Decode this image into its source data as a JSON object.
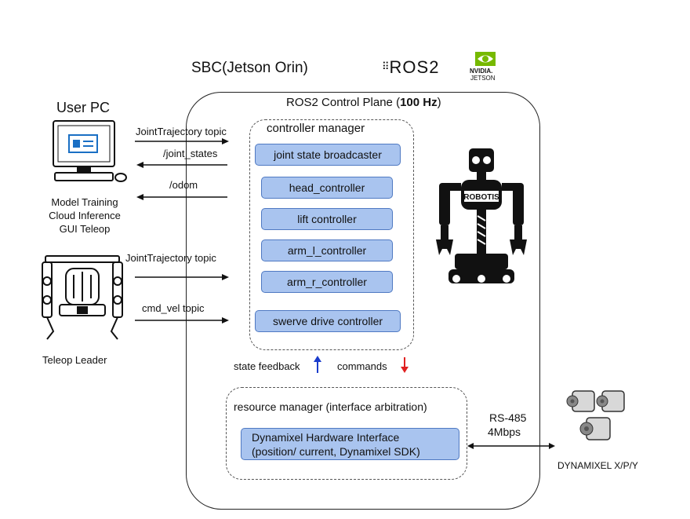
{
  "header": {
    "sbc_title": "SBC(Jetson Orin)",
    "ros_logo": "ROS2",
    "nvidia_text": "NVIDIA.",
    "jetson_text": "JETSON"
  },
  "control_plane": {
    "title_prefix": "ROS2 Control Plane (",
    "title_rate": "100 Hz",
    "title_suffix": ")"
  },
  "controller_manager": {
    "title": "controller manager",
    "controllers": [
      "joint state broadcaster",
      "head_controller",
      "lift controller",
      "arm_l_controller",
      "arm_r_controller",
      "swerve drive controller"
    ]
  },
  "feedback": {
    "state_label": "state feedback",
    "commands_label": "commands"
  },
  "resource_manager": {
    "title": "resource manager (interface arbitration)",
    "hw_line1": "Dynamixel Hardware Interface",
    "hw_line2": "(position/ current, Dynamixel SDK)"
  },
  "user_pc": {
    "title": "User PC",
    "roles": [
      "Model Training",
      "Cloud Inference",
      "GUI Teleop"
    ]
  },
  "teleop": {
    "title": "Teleop Leader"
  },
  "topics": {
    "joint_trajectory_1": "JointTrajectory topic",
    "joint_states": "/joint_states",
    "odom": "/odom",
    "joint_trajectory_2": "JointTrajectory topic",
    "cmd_vel": "cmd_vel topic"
  },
  "bus": {
    "line1": "RS-485",
    "line2": "4Mbps"
  },
  "dynamixel": {
    "label": "DYNAMIXEL X/P/Y"
  },
  "robot": {
    "brand": "ROBOTIS"
  },
  "colors": {
    "controller_fill": "#a9c4ef",
    "controller_border": "#4f79c2",
    "nvidia_green": "#76b900",
    "feedback_arrow": "#1a3ccc",
    "command_arrow": "#e02020"
  }
}
